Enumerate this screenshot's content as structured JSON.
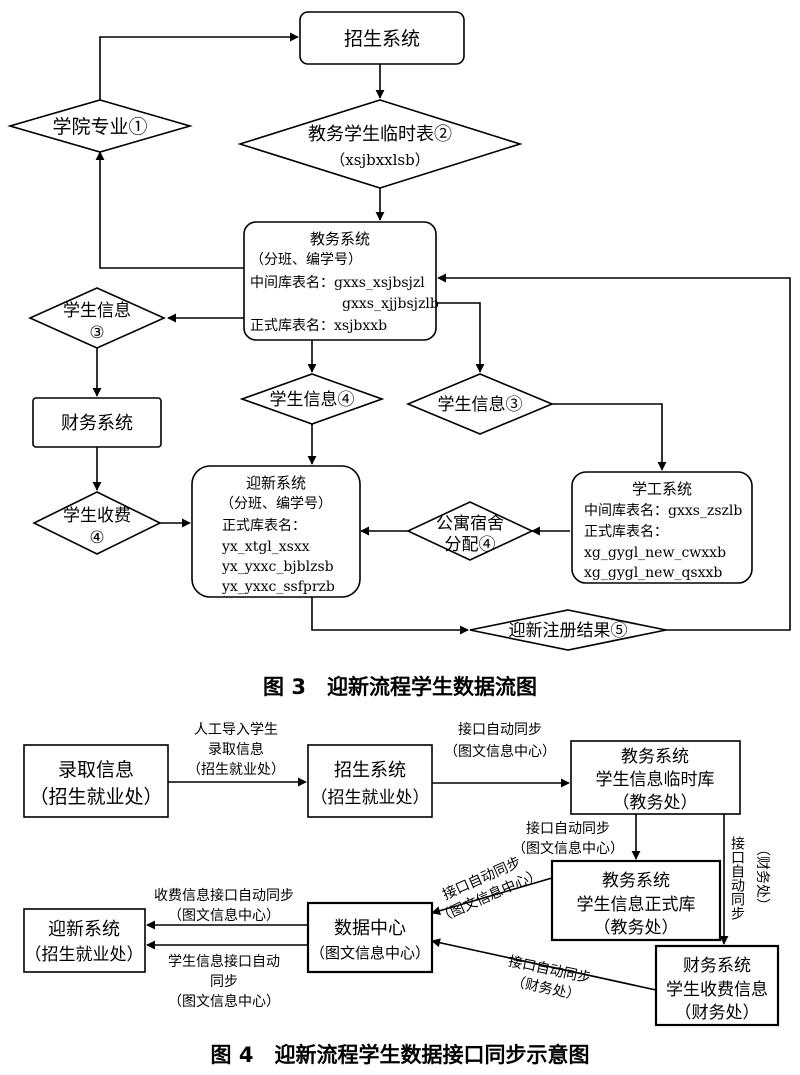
{
  "fig3": {
    "caption": "图 3　迎新流程学生数据流图",
    "zhaosheng": "招生系统",
    "xueyuan": "学院专业①",
    "jiaowu_tmp": [
      "教务学生临时表②",
      "（xsjbxxlsb）"
    ],
    "jiaowu_sys": [
      "教务系统",
      "（分班、编学号）",
      "中间库表名：gxxs_xsjbsjzl",
      "gxxs_xjjbsjzlb",
      "正式库表名：xsjbxxb"
    ],
    "info3_left": [
      "学生信息",
      "③"
    ],
    "info4": "学生信息④",
    "info3_right": "学生信息③",
    "caiwu": "财务系统",
    "shoufei": [
      "学生收费",
      "④"
    ],
    "yingxin": [
      "迎新系统",
      "（分班、编学号）",
      "正式库表名：",
      "yx_xtgl_xsxx",
      "yx_yxxc_bjblzsb",
      "yx_yxxc_ssfprzb"
    ],
    "gongyu": [
      "公寓宿舍",
      "分配④"
    ],
    "xuegong": [
      "学工系统",
      "中间库表名：gxxs_zszlb",
      "正式库表名：",
      "xg_gygl_new_cwxxb",
      "xg_gygl_new_qsxxb"
    ],
    "zhuce": "迎新注册结果⑤"
  },
  "fig4": {
    "caption": "图 4　迎新流程学生数据接口同步示意图",
    "luqu": [
      "录取信息",
      "（招生就业处）"
    ],
    "zhaosheng": [
      "招生系统",
      "（招生就业处）"
    ],
    "jiaowu_tmp": [
      "教务系统",
      "学生信息临时库",
      "（教务处）"
    ],
    "jiaowu_formal": [
      "教务系统",
      "学生信息正式库",
      "（教务处）"
    ],
    "caiwu": [
      "财务系统",
      "学生收费信息",
      "（财务处）"
    ],
    "datacenter": [
      "数据中心",
      "（图文信息中心）"
    ],
    "yingxin": [
      "迎新系统",
      "（招生就业处）"
    ],
    "lbl_manual": [
      "人工导入学生",
      "录取信息",
      "（招生就业处）"
    ],
    "lbl_sync_top": [
      "接口自动同步",
      "（图文信息中心）"
    ],
    "lbl_sync_mid": [
      "接口自动同步",
      "（图文信息中心）"
    ],
    "lbl_sync_diag": [
      "接口自动同步",
      "（图文信息中心）"
    ],
    "lbl_sync_vert": "接口自动同步",
    "lbl_caiwu_vert": "（财务处）",
    "lbl_sync_bottom": [
      "接口自动同步",
      "（财务处）"
    ],
    "lbl_fee": [
      "收费信息接口自动同步",
      "（图文信息中心）"
    ],
    "lbl_student": [
      "学生信息接口自动",
      "同步",
      "（图文信息中心）"
    ]
  }
}
